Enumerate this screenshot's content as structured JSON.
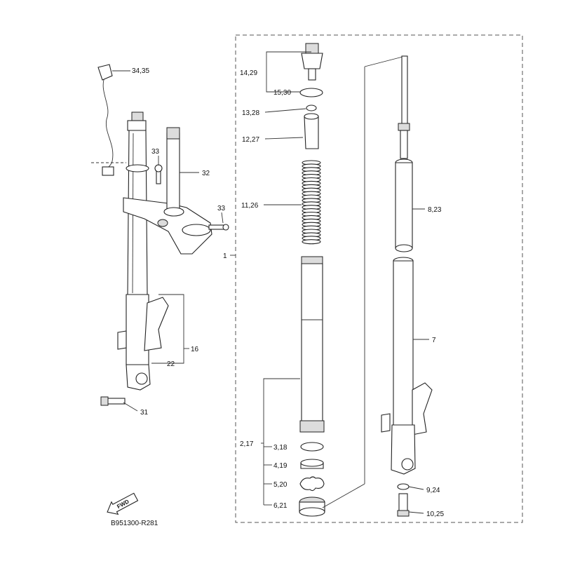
{
  "diagram": {
    "code": "B951300-R281",
    "fwd_label": "FWD",
    "callouts": {
      "c34_35": "34,35",
      "c14_29": "14,29",
      "c15_30": "15,30",
      "c13_28": "13,28",
      "c12_27": "12,27",
      "c33a": "33",
      "c32": "32",
      "c33b": "33",
      "c11_26": "11,26",
      "c8_23": "8,23",
      "c1": "1",
      "c7": "7",
      "c16": "16",
      "c22": "22",
      "c31": "31",
      "c2_17": "2,17",
      "c3_18": "3,18",
      "c4_19": "4,19",
      "c5_20": "5,20",
      "c6_21": "6,21",
      "c9_24": "9,24",
      "c10_25": "10,25"
    }
  }
}
